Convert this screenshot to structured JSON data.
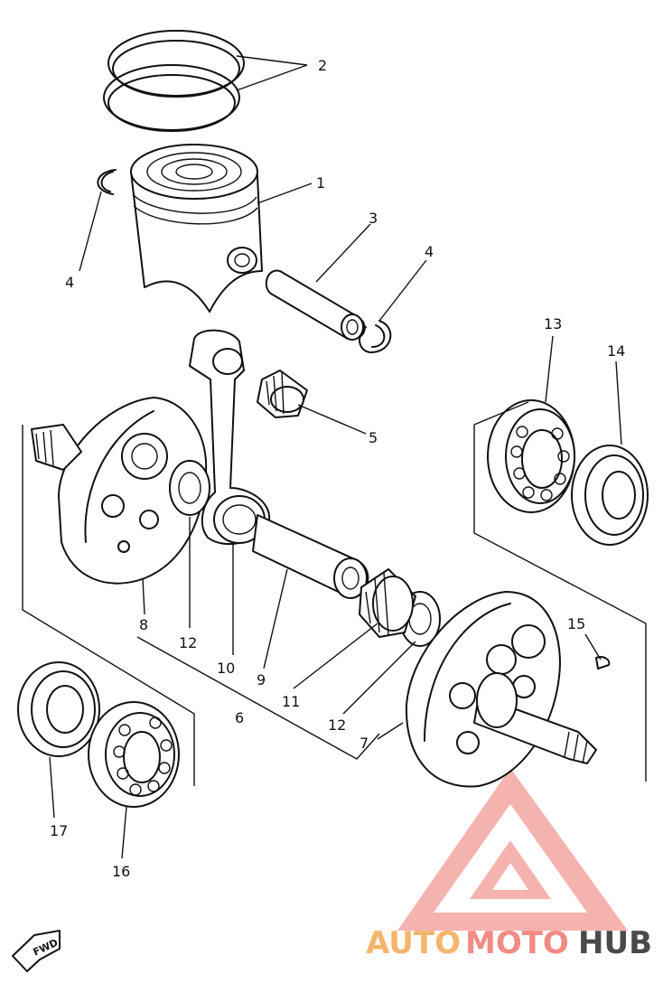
{
  "diagram": {
    "callouts": {
      "c1": "1",
      "c2": "2",
      "c3": "3",
      "c4a": "4",
      "c4b": "4",
      "c5": "5",
      "c6": "6",
      "c7": "7",
      "c8": "8",
      "c9": "9",
      "c10": "10",
      "c11": "11",
      "c12a": "12",
      "c12b": "12",
      "c13": "13",
      "c14": "14",
      "c15": "15",
      "c16": "16",
      "c17": "17"
    },
    "fwd_label": "FWD"
  },
  "watermark": {
    "part1": "AUTO",
    "part2": "MOTO",
    "part3": "HUB",
    "colors": {
      "auto": "#f5b56b",
      "moto": "#f28b86",
      "hub": "#4a4a4a",
      "logo": "#f4a6a2"
    }
  }
}
